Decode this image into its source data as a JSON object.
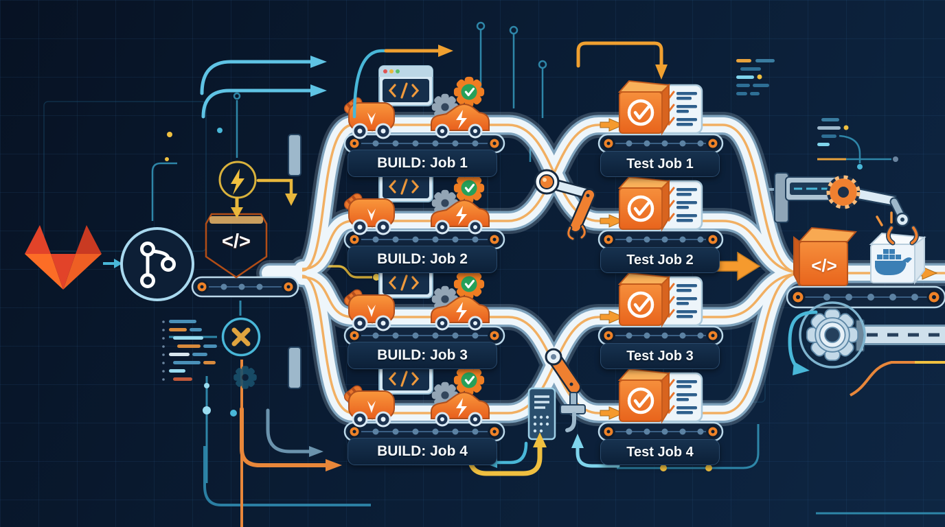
{
  "glyphs": {
    "code": "</>"
  },
  "build_jobs": [
    {
      "label": "BUILD: Job 1"
    },
    {
      "label": "BUILD: Job 2"
    },
    {
      "label": "BUILD: Job 3"
    },
    {
      "label": "BUILD: Job 4"
    }
  ],
  "test_jobs": [
    {
      "label": "Test Job 1"
    },
    {
      "label": "Test Job 2"
    },
    {
      "label": "Test Job 3"
    },
    {
      "label": "Test Job 4"
    }
  ],
  "icons": [
    "gitlab-tanuki-icon",
    "git-branch-icon",
    "code-badge-icon",
    "lightning-icon",
    "x-mark-icon",
    "gear-icon",
    "check-gear-icon",
    "browser-code-icon",
    "build-cart-icon",
    "build-car-icon",
    "test-box-check-icon",
    "checklist-icon",
    "robot-arm-icon",
    "docker-whale-icon",
    "conveyor-belt",
    "pipeline-pipe",
    "control-panel-icon"
  ],
  "colors": {
    "background": "#0a1c33",
    "pipe": "#eef6fb",
    "accent_orange": "#ef7d22",
    "accent_yellow": "#f0c040",
    "accent_teal": "#49b7d8",
    "steel": "#aec4d4",
    "navy_panel": "#132c49",
    "check_green": "#27a05a",
    "docker_blue": "#3b7fb5",
    "text": "#f4f8fb"
  }
}
